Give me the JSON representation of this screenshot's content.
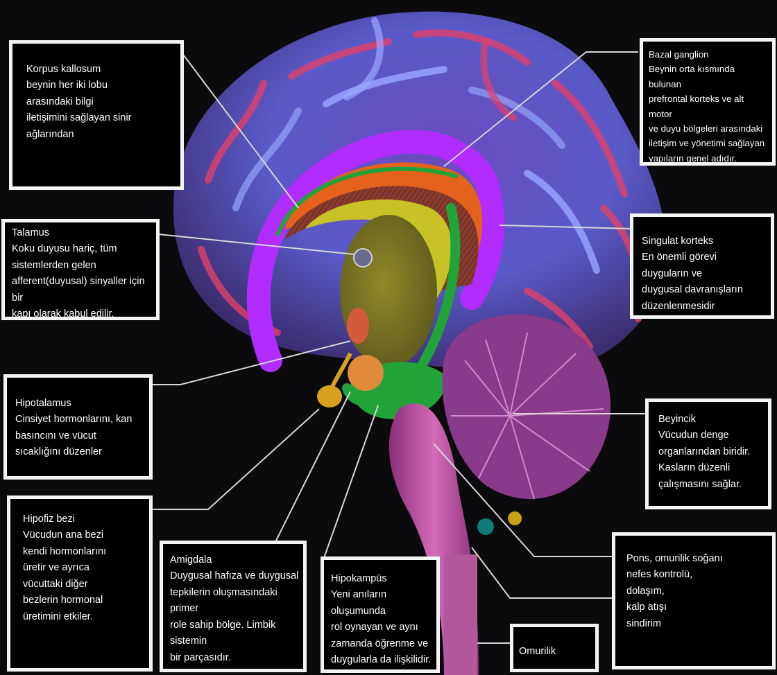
{
  "colors": {
    "background": "#0b0b0d",
    "box_border": "#f4f4f4",
    "box_fill": "#000000",
    "text": "#ffffff",
    "cingulate": "#b12cff",
    "corpus_callosum": "#8a3b2f",
    "basal_ganglia": "#e4621c",
    "thalamus": "#c8c226",
    "limbic_green": "#22a33a",
    "amygdala": "#e08a3a",
    "pituitary": "#d9a020",
    "brainstem": "#c35aa8",
    "cortex_blue": "#5a63c8",
    "cortex_red": "#e0406a"
  },
  "labels": {
    "korpus": {
      "title": "Korpus kallosum",
      "text": "beynin her iki lobu\narasındaki bilgi\niletişimini sağlayan sinir\nağlarından"
    },
    "bazal": {
      "title": "Bazal ganglion",
      "text": "Beynin orta kısmında bulunan\nprefrontal korteks ve alt motor\nve duyu bölgeleri arasındaki\niletişim ve yönetimi sağlayan\nyapıların genel adıdır."
    },
    "talamus": {
      "title": "Talamus",
      "text": " Koku duyusu hariç, tüm\nsistemlerden gelen\nafferent(duyusal) sinyaller için bir\nkapı olarak kabul edilir."
    },
    "singulat": {
      "title": "Singulat korteks",
      "text": "En önemli görevi duyguların ve\nduygusal davranışların\ndüzenlenmesidir"
    },
    "hipotalamus": {
      "title": "Hipotalamus",
      "text": "Cinsiyet hormonlarını, kan\nbasıncını ve vücut\nsıcaklığını düzenler"
    },
    "beyincik": {
      "title": "Beyincik",
      "text": "Vücudun denge\norganlarından biridir.\nKasların düzenli\nçalışmasını sağlar."
    },
    "hipofiz": {
      "title": "Hipofiz bezi",
      "text": "Vücudun ana bezi\nkendi hormonlarını\nüretir ve ayrıca\nvücuttaki diğer\nbezlerin hormonal\nüretimini etkiler."
    },
    "amigdala": {
      "title": "Amigdala",
      "text": "Duygusal hafıza ve duygusal\ntepkilerin oluşmasındaki primer\nrole sahip bölge. Limbik sistemin\nbir parçasıdır."
    },
    "hipokampus": {
      "title": "Hipokampüs",
      "text": "Yeni anıların oluşumunda\nrol oynayan ve aynı\nzamanda öğrenme ve\nduygularla da ilişkilidir."
    },
    "pons": {
      "title": "Pons, omurilik soğanı",
      "text": "nefes kontrolü,\ndolaşım,\nkalp atışı\nsindirim"
    },
    "omurilik": {
      "title": "Omurilik"
    }
  }
}
